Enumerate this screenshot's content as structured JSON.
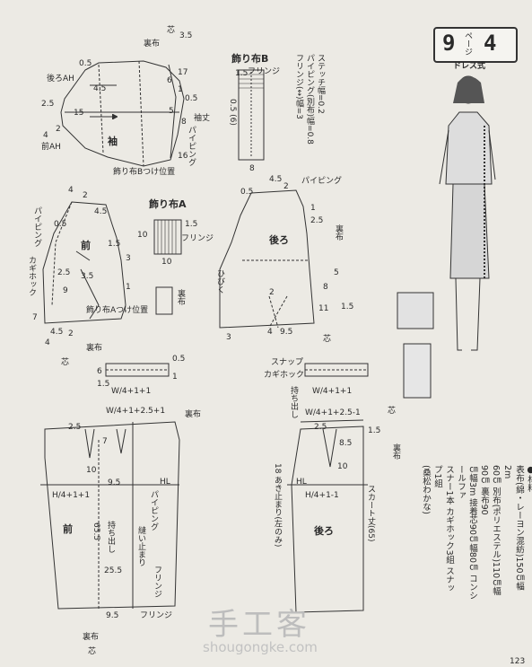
{
  "badge": {
    "left_num": "9",
    "page_kana": "ページ",
    "right_num": "4",
    "subtitle": "ドレス式"
  },
  "sleeve": {
    "kin": "芯",
    "d35": "3.5",
    "urafu": "裏布",
    "d05": "0.5",
    "ushiro_ah": "後ろAH",
    "d45": "4.5",
    "d6": "6",
    "d17": "17",
    "d1": "1",
    "d05b": "0.5",
    "d25": "2.5",
    "d15": "15",
    "d5": "5",
    "d8": "8",
    "d2": "2",
    "sodetake": "袖丈",
    "d4": "4",
    "mae_ah": "前AH",
    "sode": "袖",
    "d16": "16",
    "piping": "パイピング",
    "decorB_pos": "飾り布Bつけ位置"
  },
  "decorB": {
    "title": "飾り布B",
    "d15": "1.5",
    "fringe": "フリンジ",
    "d8": "8",
    "dimension": "0.5 (6)",
    "stitch": "ステッチ幅=0.2",
    "piping": "パイピング(別布)幅=0.8",
    "fringe_w": "フリンジ(↔)幅=3"
  },
  "decorA": {
    "title": "飾り布A",
    "d15": "1.5",
    "d10": "10",
    "d10b": "10",
    "fringe": "フリンジ",
    "urafu": "裏布"
  },
  "front": {
    "d4": "4",
    "d2": "2",
    "piping": "パイピング",
    "d05": "0.5",
    "d45": "4.5",
    "d15": "1.5",
    "mae": "前",
    "kagihock": "カギホック",
    "d3": "3",
    "d35": "3.5",
    "d25": "2.5",
    "d9": "9",
    "d7": "7",
    "d1": "1",
    "decorA_pos": "飾り布Aつけ位置",
    "d45b": "4.5",
    "d2b": "2",
    "urafu": "裏布",
    "kin": "芯",
    "d4b": "4"
  },
  "back": {
    "d45": "4.5",
    "d2": "2",
    "piping": "パイピング",
    "d05": "0.5",
    "d1": "1",
    "d25": "2.5",
    "urafu": "裏布",
    "ushiro": "後ろ",
    "hibi": "ひびく",
    "d5": "5",
    "d8": "8",
    "d2b": "2",
    "d11": "11",
    "d15": "1.5",
    "d3": "3",
    "d4": "4",
    "d95": "9.5",
    "kin": "芯"
  },
  "belt": {
    "d6": "6",
    "d05": "0.5",
    "d1": "1",
    "d15": "1.5",
    "w_front": "W/4+1+1",
    "snap": "スナップ",
    "kagihock": "カギホック",
    "w_back": "W/4+1+1",
    "mochidashi": "持ち出し"
  },
  "skirt_front": {
    "w": "W/4+1+2.5+1",
    "urafu": "裏布",
    "d25": "2.5",
    "d7": "7",
    "d10": "10",
    "d95": "9.5",
    "hl": "HL",
    "h": "H/4+1+1",
    "mae": "前",
    "d655": "65.5",
    "piping": "パイピング",
    "nuidome": "縫い止まり",
    "mochidashi": "持ち出し",
    "fringe": "フリンジ",
    "d255": "25.5",
    "d95b": "9.5",
    "fringe_b": "フリンジ",
    "urafu_b": "裏布",
    "kin": "芯"
  },
  "skirt_back": {
    "w": "W/4+1+2.5-1",
    "d25": "2.5",
    "d85": "8.5",
    "d15": "1.5",
    "d10": "10",
    "akidome": "18 あき止まり(左のみ)",
    "hl": "HL",
    "h": "H/4+1-1",
    "ushiro": "後ろ",
    "skirtlen": "スカート丈(65)",
    "kin": "芯",
    "urafu": "裏布"
  },
  "materials": {
    "title": "●材料",
    "lines": [
      "表布(綿・レーヨン混紡)150㎝幅2m",
      "60㎝ 別布(ポリエステル)110㎝幅90㎝ 裏布90",
      "㎝幅3m 接着芯90㎝幅80㎝ コンシールファ",
      "スナー1本 カギホック3組 スナップ1組",
      "(桑松わかな)"
    ]
  },
  "watermark": {
    "chinese": "手工客",
    "url": "shougongke.com"
  },
  "page_number": "123"
}
